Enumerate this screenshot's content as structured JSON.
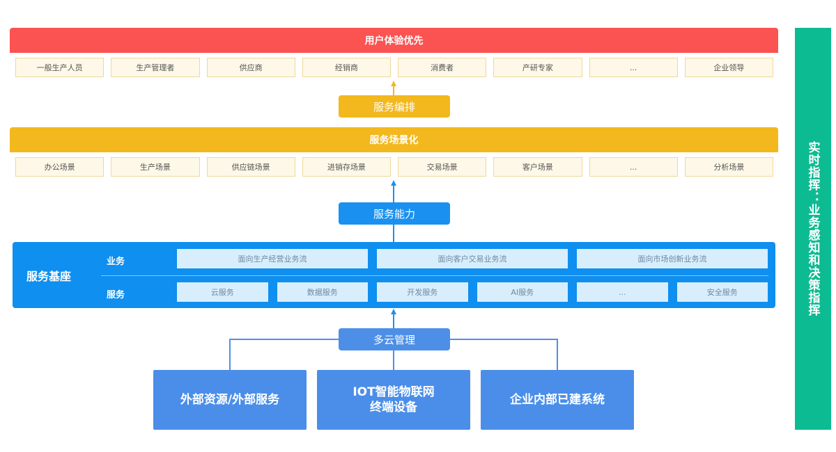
{
  "top": {
    "banner": "用户体验优先",
    "users": [
      "一般生产人员",
      "生产管理者",
      "供应商",
      "经销商",
      "消费者",
      "产研专家",
      "...",
      "企业领导"
    ]
  },
  "orchestration_label": "服务编排",
  "middle": {
    "banner": "服务场景化",
    "scenes": [
      "办公场景",
      "生产场景",
      "供应链场景",
      "进销存场景",
      "交易场景",
      "客户场景",
      "...",
      "分析场景"
    ]
  },
  "capability_label": "服务能力",
  "base": {
    "title": "服务基座",
    "business_label": "业务",
    "business_flows": [
      "面向生产经营业务流",
      "面向客户交易业务流",
      "面向市场创新业务流"
    ],
    "service_label": "服务",
    "services": [
      "云服务",
      "数据服务",
      "开发服务",
      "AI服务",
      "...",
      "安全服务"
    ]
  },
  "multicloud_label": "多云管理",
  "sources": [
    "外部资源/外部服务",
    "IOT智能物联网\n终端设备",
    "企业内部已建系统"
  ],
  "sidebar": "实时指挥：业务感知和决策指挥",
  "colors": {
    "red": "#fb5252",
    "gold": "#f3b81d",
    "blue": "#0f8fef",
    "source_blue": "#4a8ee9",
    "green": "#0dbb92"
  }
}
